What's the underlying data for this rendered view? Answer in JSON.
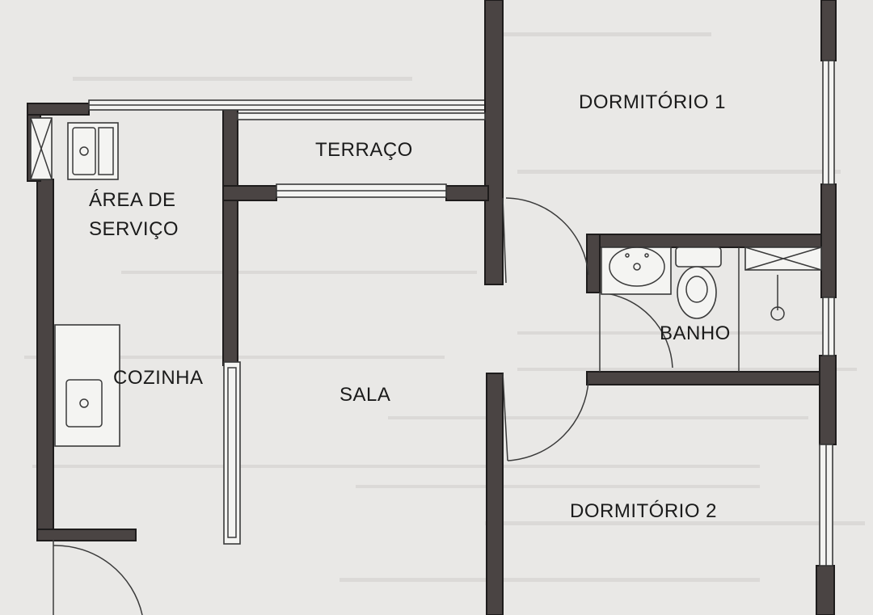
{
  "plan": {
    "rooms": {
      "area_servico_line1": "ÁREA DE",
      "area_servico_line2": "SERVIÇO",
      "terraco": "TERRAÇO",
      "dormitorio1": "DORMITÓRIO 1",
      "banho": "BANHO",
      "cozinha": "COZINHA",
      "sala": "SALA",
      "dormitorio2": "DORMITÓRIO 2"
    }
  },
  "colors": {
    "paper": "#e9e8e6",
    "wall": "#4a4443",
    "line": "#3a3a3a",
    "text": "#1b1b1b"
  }
}
